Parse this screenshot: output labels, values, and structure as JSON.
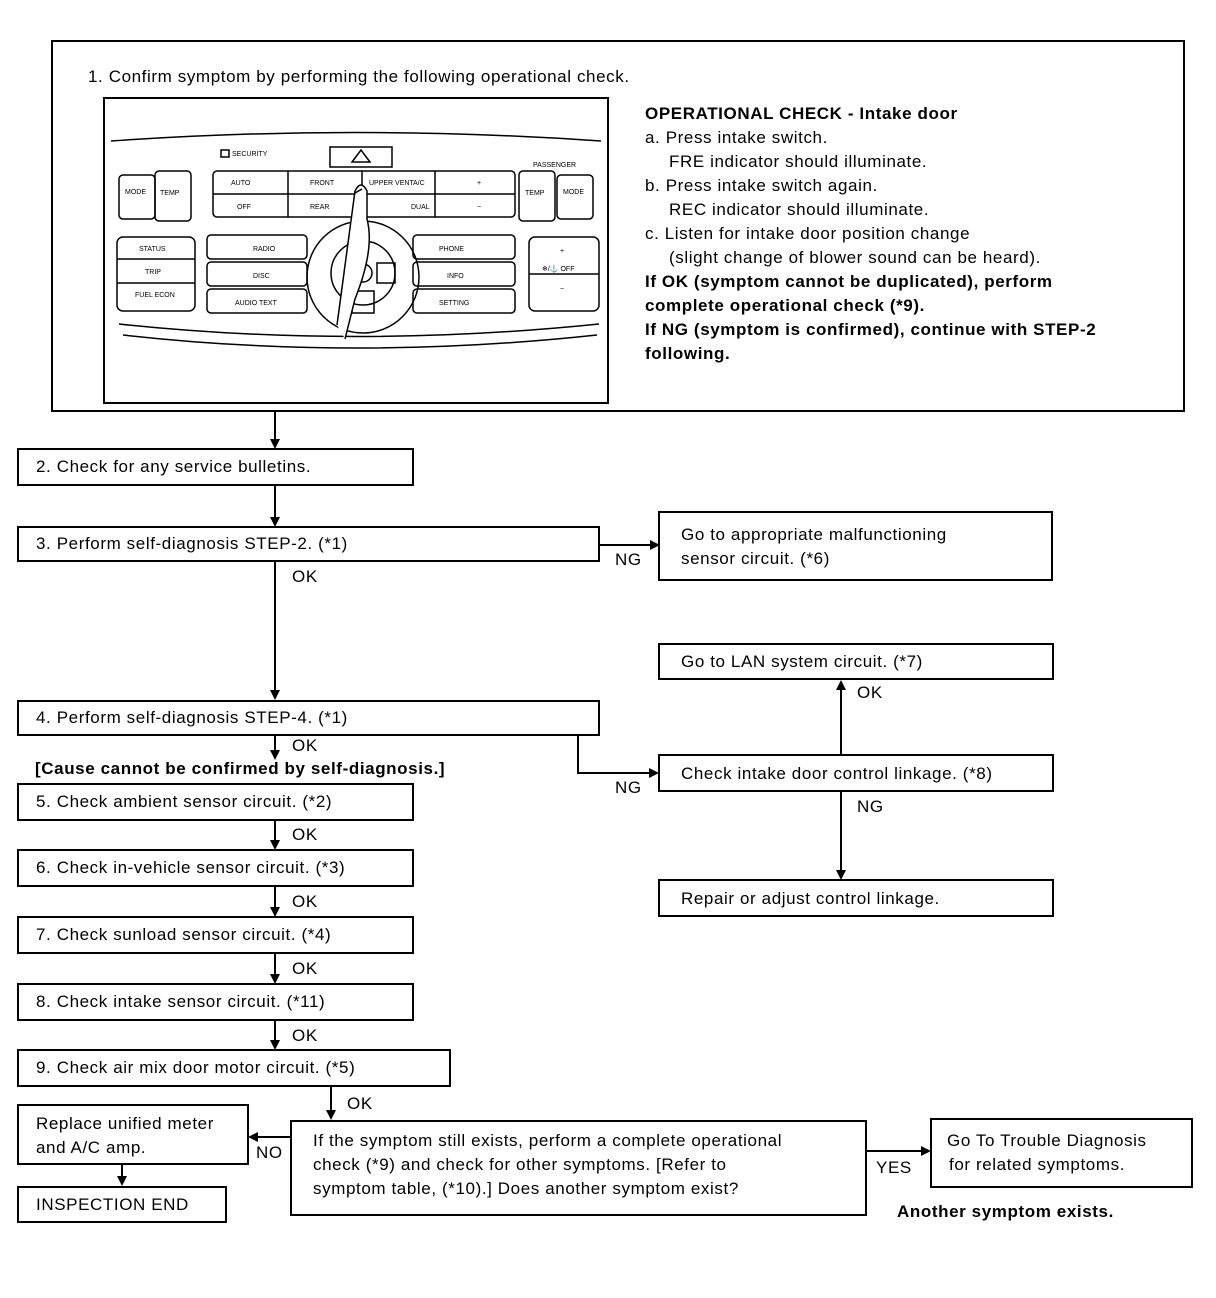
{
  "step1": {
    "title": "1. Confirm symptom by performing the following operational check.",
    "check_title": "OPERATIONAL CHECK - Intake door",
    "lines": [
      "a. Press intake switch.",
      "    FRE indicator should illuminate.",
      "b. Press intake switch again.",
      "    REC indicator should illuminate.",
      "c. Listen for intake door position change",
      "    (slight change of blower sound can be heard)."
    ],
    "bold_lines": [
      "If OK (symptom cannot be duplicated), perform",
      "complete operational check (*9).",
      "If NG (symptom is confirmed), continue with STEP-2",
      "following."
    ]
  },
  "panel": {
    "security": "SECURITY",
    "passenger": "PASSENGER",
    "mode": "MODE",
    "temp": "TEMP",
    "auto": "AUTO",
    "off": "OFF",
    "front": "FRONT",
    "rear": "REAR",
    "upper_vent": "UPPER VENT",
    "ac": "A/C",
    "dual": "DUAL",
    "status": "STATUS",
    "trip": "TRIP",
    "fuel_econ": "FUEL ECON",
    "radio": "RADIO",
    "disc": "DISC",
    "audio_text": "AUDIO TEXT",
    "phone": "PHONE",
    "info": "INFO",
    "setting": "SETTING",
    "plus": "+",
    "minus": "−",
    "defog_off": "❄/⚓ OFF"
  },
  "steps": {
    "s2": "2. Check for any service bulletins.",
    "s3": "3. Perform self-diagnosis STEP-2. (*1)",
    "s4": "4. Perform self-diagnosis STEP-4. (*1)",
    "cause": "[Cause cannot be confirmed by self-diagnosis.]",
    "s5": "5. Check ambient sensor circuit. (*2)",
    "s6": "6. Check in-vehicle sensor circuit. (*3)",
    "s7": "7. Check sunload sensor circuit. (*4)",
    "s8": "8. Check intake sensor circuit. (*11)",
    "s9": "9. Check air mix door motor circuit. (*5)",
    "malfunction": [
      "Go to appropriate malfunctioning",
      "sensor circuit. (*6)"
    ],
    "lan": "Go to LAN system circuit. (*7)",
    "linkage": "Check intake door control linkage. (*8)",
    "repair": "Repair or adjust control linkage.",
    "replace": [
      "Replace unified meter",
      "and A/C amp."
    ],
    "inspection_end": "INSPECTION END",
    "question": [
      "If the symptom still exists, perform a complete operational",
      "check (*9) and check for other symptoms. [Refer to",
      "symptom table, (*10).] Does another symptom exist?"
    ],
    "trouble": [
      "Go To Trouble Diagnosis",
      "for related symptoms."
    ],
    "another": "Another symptom exists."
  },
  "labels": {
    "ok": "OK",
    "ng": "NG",
    "no": "NO",
    "yes": "YES"
  }
}
